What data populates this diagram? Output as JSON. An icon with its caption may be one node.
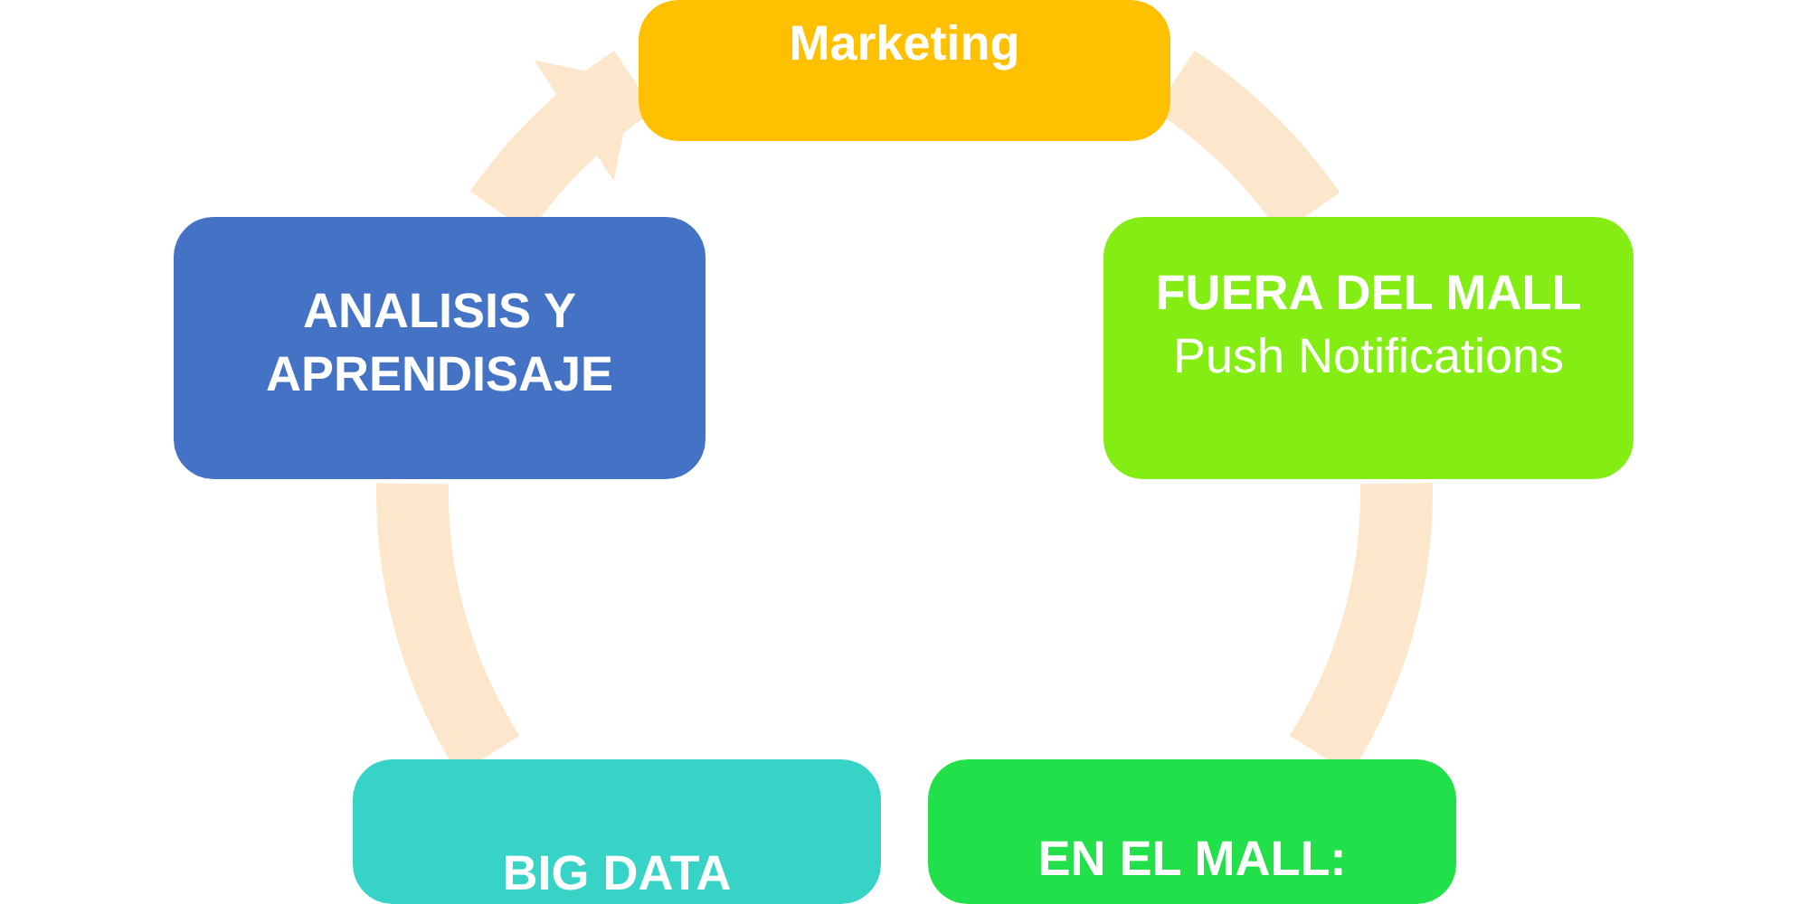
{
  "diagram": {
    "nodes": [
      {
        "text": [
          "Marketing"
        ]
      },
      {
        "text": [
          "FUERA DEL MALL",
          "Push Notifications"
        ]
      },
      {
        "text": [
          "EN EL MALL:"
        ]
      },
      {
        "text": [
          "BIG DATA"
        ]
      },
      {
        "text": [
          "ANALISIS Y APRENDISAJE"
        ]
      }
    ],
    "edges": [
      {
        "from": 0,
        "to": 1,
        "arrow": "none",
        "color": "#fde7cc"
      },
      {
        "from": 1,
        "to": 2,
        "arrow": "none",
        "color": "#fde7cc"
      },
      {
        "from": 3,
        "to": 4,
        "arrow": "none",
        "color": "#fde7cc"
      },
      {
        "from": 4,
        "to": 0,
        "arrow": "to",
        "color": "#fde7cc"
      }
    ]
  }
}
